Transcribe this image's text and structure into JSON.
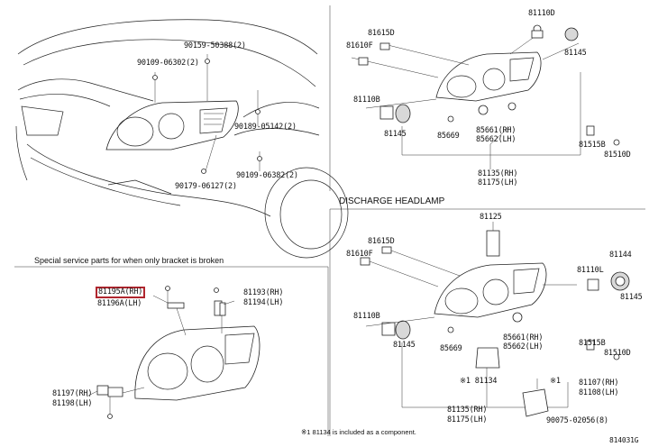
{
  "labels": {
    "car_bolt_a": "90159-50388(2)",
    "car_bolt_b": "90109-06302(2)",
    "car_bolt_c": "90189-05142(2)",
    "car_bolt_d": "90179-06127(2)",
    "car_bolt_e": "90109-06382(2)",
    "std_81615D": "81615D",
    "std_81610F": "81610F",
    "std_81110D": "81110D",
    "std_81145_top": "81145",
    "std_81110B": "81110B",
    "std_81145_left": "81145",
    "std_85669": "85669",
    "std_85661": "85661(RH)",
    "std_85662": "85662(LH)",
    "std_81515B": "81515B",
    "std_81510D": "81510D",
    "std_81135": "81135(RH)",
    "std_81175": "81175(LH)",
    "dis_81125": "81125",
    "dis_81615D": "81615D",
    "dis_81610F": "81610F",
    "dis_81144": "81144",
    "dis_81110L": "81110L",
    "dis_81145_right": "81145",
    "dis_81110B": "81110B",
    "dis_81145_left": "81145",
    "dis_85669": "85669",
    "dis_85661": "85661(RH)",
    "dis_85662": "85662(LH)",
    "dis_81515B": "81515B",
    "dis_81510D": "81510D",
    "dis_81134": "※1 81134",
    "dis_81107": "81107(RH)",
    "dis_81108": "81108(LH)",
    "dis_note_mark": "※1",
    "dis_81135": "81135(RH)",
    "dis_81175": "81175(LH)",
    "dis_90075": "90075-02056(8)",
    "ssp_81195A": "81195A(RH)",
    "ssp_81196A": "81196A(LH)",
    "ssp_81193": "81193(RH)",
    "ssp_81194": "81194(LH)",
    "ssp_81197": "81197(RH)",
    "ssp_81198": "81198(LH)"
  },
  "captions": {
    "discharge_title": "DISCHARGE HEADLAMP",
    "special_title": "Special service parts for when only bracket is broken",
    "footnote": "※1 81134 is included as a component.",
    "figure_id": "814031G"
  },
  "colors": {
    "highlight": "#b0262e",
    "line": "#222222",
    "frame": "#555555"
  }
}
